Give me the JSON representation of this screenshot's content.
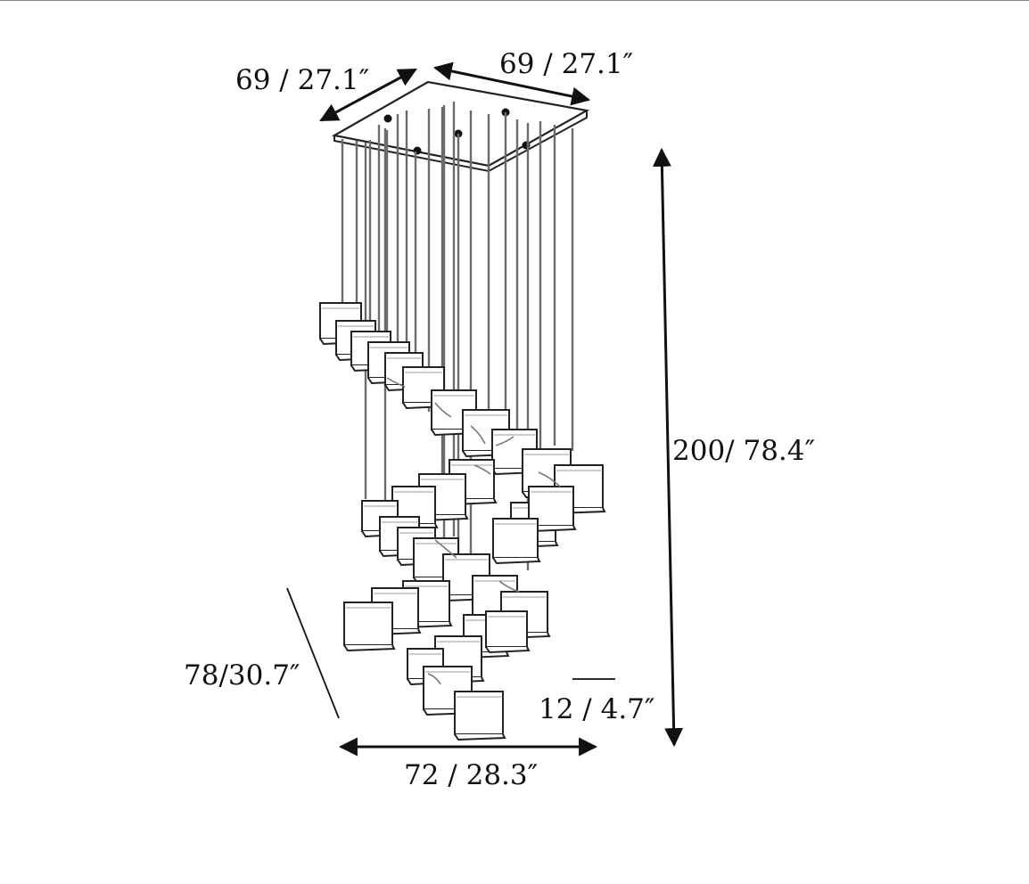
{
  "dimensions": {
    "canopy_left": "69 / 27.1″",
    "canopy_right": "69 / 27.1″",
    "total_height": "200/ 78.4″",
    "depth": "78/30.7″",
    "width": "72 / 28.3″",
    "cube_size": "12 / 4.7″"
  },
  "colors": {
    "line": "#222222",
    "rod": "#6b6b6b",
    "arrow": "#111111"
  }
}
